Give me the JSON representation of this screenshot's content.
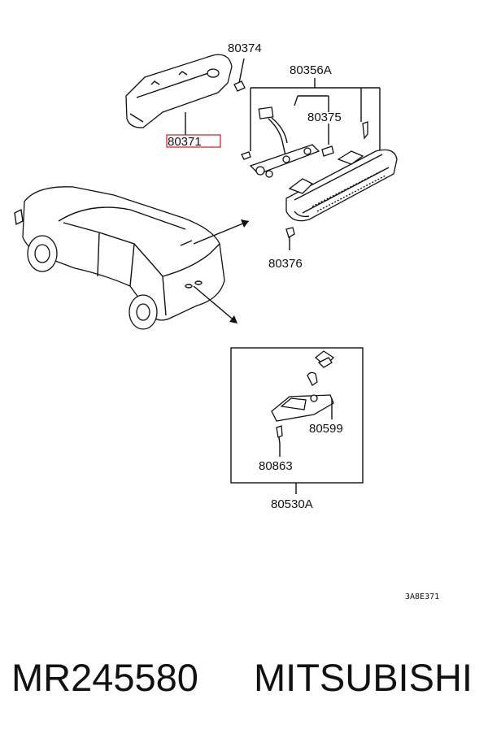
{
  "callouts": {
    "c80374": "80374",
    "c80356A": "80356A",
    "c80375": "80375",
    "c80371": "80371",
    "c80376": "80376",
    "c80599": "80599",
    "c80863": "80863",
    "c80530A": "80530A"
  },
  "diagram_code": "3A8E371",
  "footer": {
    "part_number": "MR245580",
    "brand": "MITSUBISHI"
  },
  "colors": {
    "highlight": "#e0121a",
    "ink": "#111111"
  }
}
